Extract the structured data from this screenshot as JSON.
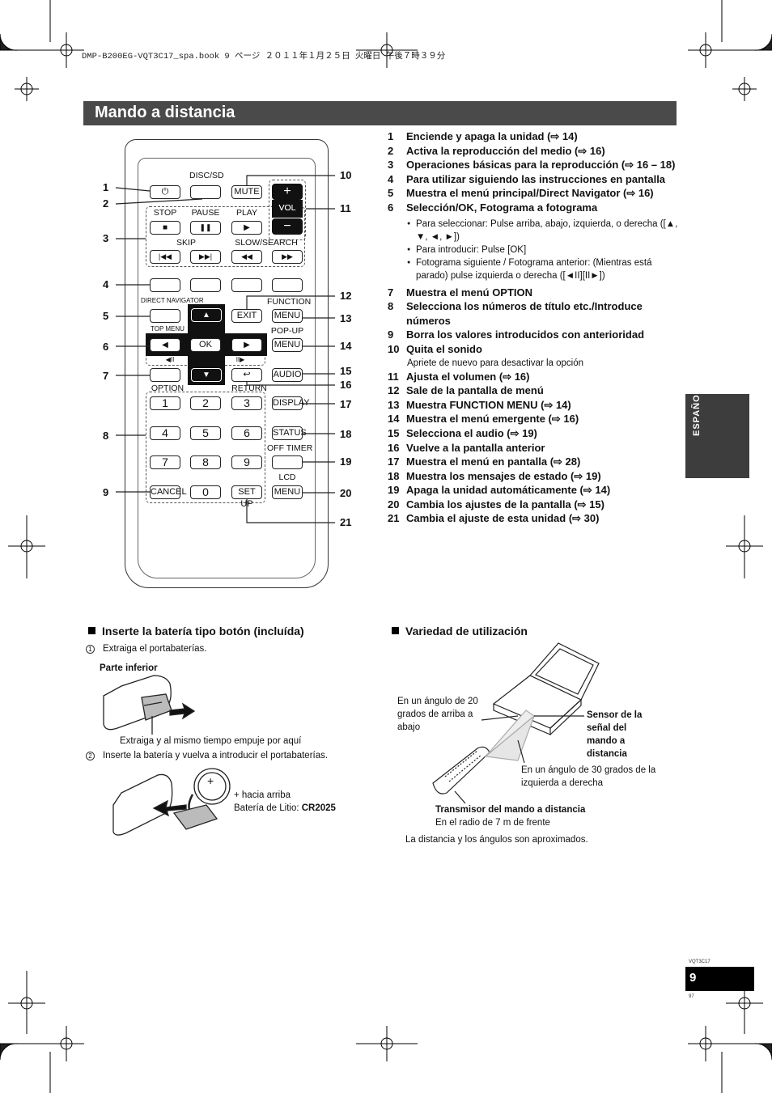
{
  "header": {
    "book_line": "DMP-B200EG-VQT3C17_spa.book  9 ページ  ２０１１年１月２５日  火曜日  午後７時３９分"
  },
  "section_title": "Mando a distancia",
  "side_tab": "ESPAÑOL",
  "page_number": "9",
  "doc_code": "VQT3C17",
  "page_code": "97",
  "remote": {
    "labels": {
      "disc_sd": "DISC/SD",
      "mute": "MUTE",
      "vol": "VOL",
      "plus": "+",
      "minus": "−",
      "stop": "STOP",
      "pause": "PAUSE",
      "play": "PLAY",
      "skip": "SKIP",
      "slow_search": "SLOW/SEARCH",
      "direct_navigator": "DIRECT NAVIGATOR",
      "top_menu": "TOP MENU",
      "function": "FUNCTION",
      "exit": "EXIT",
      "menu": "MENU",
      "pop_up": "POP-UP",
      "ok": "OK",
      "option": "OPTION",
      "return": "RETURN",
      "audio": "AUDIO",
      "display": "DISPLAY",
      "status": "STATUS",
      "off_timer": "OFF TIMER",
      "lcd": "LCD",
      "cancel": "CANCEL",
      "set_up": "SET UP",
      "power": "⏻",
      "stop_sym": "■",
      "pause_sym": "❚❚",
      "play_sym": "▶",
      "prev_sym": "|◀◀",
      "next_sym": "▶▶|",
      "rew_sym": "◀◀",
      "ff_sym": "▶▶",
      "up": "▲",
      "down": "▼",
      "left": "◀",
      "right": "▶",
      "return_sym": "↩",
      "frame_back": "◀II",
      "frame_fwd": "II▶"
    },
    "digits": [
      "1",
      "2",
      "3",
      "4",
      "5",
      "6",
      "7",
      "8",
      "9",
      "0"
    ],
    "callouts_left": [
      "1",
      "2",
      "3",
      "4",
      "5",
      "6",
      "7",
      "8",
      "9"
    ],
    "callouts_right": [
      "10",
      "11",
      "12",
      "13",
      "14",
      "15",
      "16",
      "17",
      "18",
      "19",
      "20",
      "21"
    ]
  },
  "list": [
    {
      "n": "1",
      "text": "Enciende y apaga la unidad (⇨ 14)"
    },
    {
      "n": "2",
      "text": "Activa la reproducción del medio (⇨ 16)"
    },
    {
      "n": "3",
      "text": "Operaciones básicas para la reproducción (⇨ 16 – 18)"
    },
    {
      "n": "4",
      "text": "Para utilizar siguiendo las instrucciones en pantalla"
    },
    {
      "n": "5",
      "text": "Muestra el menú principal/Direct Navigator (⇨ 16)"
    },
    {
      "n": "6",
      "text": "Selección/OK, Fotograma a fotograma"
    },
    {
      "n": "7",
      "text": "Muestra el menú OPTION"
    },
    {
      "n": "8",
      "text": "Selecciona los números de título etc./Introduce números"
    },
    {
      "n": "9",
      "text": "Borra los valores introducidos con anterioridad"
    },
    {
      "n": "10",
      "text": "Quita el sonido"
    },
    {
      "n": "11",
      "text": "Ajusta el volumen (⇨ 16)"
    },
    {
      "n": "12",
      "text": "Sale de la pantalla de menú"
    },
    {
      "n": "13",
      "text": "Muestra FUNCTION MENU (⇨ 14)"
    },
    {
      "n": "14",
      "text": "Muestra el menú emergente (⇨ 16)"
    },
    {
      "n": "15",
      "text": "Selecciona el audio (⇨ 19)"
    },
    {
      "n": "16",
      "text": "Vuelve a la pantalla anterior"
    },
    {
      "n": "17",
      "text": "Muestra el menú en pantalla (⇨ 28)"
    },
    {
      "n": "18",
      "text": "Muestra los mensajes de estado (⇨ 19)"
    },
    {
      "n": "19",
      "text": "Apaga la unidad automáticamente (⇨ 14)"
    },
    {
      "n": "20",
      "text": "Cambia los ajustes de la pantalla (⇨ 15)"
    },
    {
      "n": "21",
      "text": "Cambia el ajuste de esta unidad (⇨ 30)"
    }
  ],
  "item6_bullets": [
    "Para seleccionar: Pulse arriba, abajo, izquierda, o derecha ([▲, ▼, ◄, ►])",
    "Para introducir: Pulse [OK]",
    "Fotograma siguiente / Fotograma anterior: (Mientras está parado) pulse izquierda o derecha ([◄II][II►])"
  ],
  "item10_note": "Apriete de nuevo para desactivar la opción",
  "battery": {
    "heading": "Inserte la batería tipo botón (incluída)",
    "step1_num": "1",
    "step1": "Extraiga el portabaterías.",
    "bottom_label": "Parte inferior",
    "push_caption": "Extraiga y al mismo tiempo empuje por aquí",
    "step2_num": "2",
    "step2": "Inserte la batería y vuelva a introducir el portabaterías.",
    "plus_up": "+ hacia arriba",
    "battery_type_label": "Batería de Litio: ",
    "battery_type": "CR2025",
    "coin_plus": "+"
  },
  "usage": {
    "heading": "Variedad de utilización",
    "angle_vertical": "En un ángulo de 20 grados de arriba a abajo",
    "sensor": "Sensor de la señal del mando a distancia",
    "angle_horizontal": "En un ángulo de 30 grados de la izquierda a derecha",
    "transmitter": "Transmisor del mando a distancia",
    "range": "En el radio de 7 m de frente",
    "note": "La distancia y los ángulos son aproximados."
  }
}
